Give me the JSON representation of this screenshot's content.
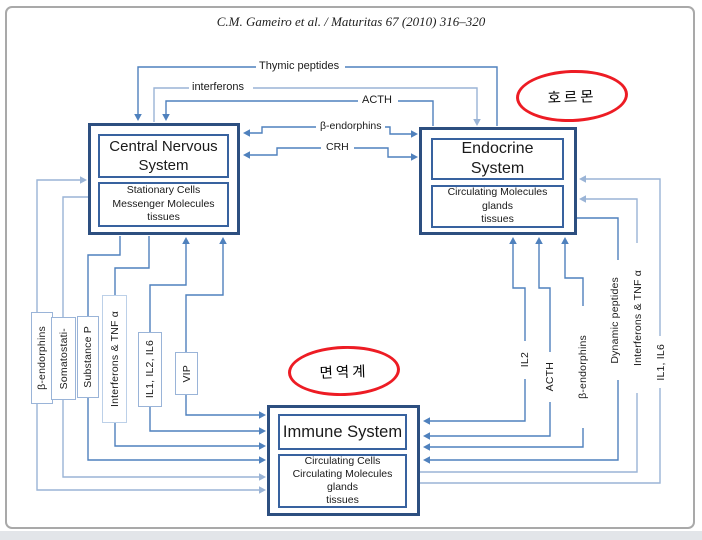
{
  "header": {
    "citation": "C.M. Gameiro et al. / Maturitas 67 (2010) 316–320"
  },
  "annotations": {
    "hormone_ko": "호르몬",
    "immune_ko": "면역계"
  },
  "boxes": {
    "cns": {
      "title": "Central Nervous System",
      "items": [
        "Stationary Cells",
        "Messenger Molecules",
        "tissues"
      ]
    },
    "endocrine": {
      "title": "Endocrine System",
      "items": [
        "Circulating Molecules",
        "glands",
        "tissues"
      ]
    },
    "immune": {
      "title": "Immune System",
      "items": [
        "Circulating Cells",
        "Circulating Molecules",
        "glands",
        "tissues"
      ]
    }
  },
  "mediators": {
    "top": [
      "Thymic peptides",
      "interferons",
      "ACTH",
      "β-endorphins",
      "CRH"
    ],
    "left": [
      "β-endorphins",
      "Somatostati-",
      "Substance P",
      "Interferons & TNF α",
      "IL1, IL2, IL6",
      "VIP"
    ],
    "right": [
      "IL2",
      "ACTH",
      "β-endorphins",
      "Dynamic peptides",
      "Interferons & TNF α",
      "IL1, IL6"
    ]
  },
  "edges": [
    {
      "label": "Thymic peptides",
      "between": [
        "Central Nervous System",
        "Endocrine System"
      ],
      "arrow_into": [
        "Central Nervous System"
      ]
    },
    {
      "label": "interferons",
      "between": [
        "Central Nervous System",
        "Endocrine System"
      ],
      "arrow_into": [
        "Endocrine System"
      ]
    },
    {
      "label": "ACTH",
      "between": [
        "Central Nervous System",
        "Endocrine System"
      ],
      "arrow_into": [
        "Central Nervous System"
      ]
    },
    {
      "label": "β-endorphins",
      "between": [
        "Central Nervous System",
        "Endocrine System"
      ],
      "arrow_into": [
        "Central Nervous System",
        "Endocrine System"
      ]
    },
    {
      "label": "CRH",
      "between": [
        "Central Nervous System",
        "Endocrine System"
      ],
      "arrow_into": [
        "Central Nervous System",
        "Endocrine System"
      ]
    },
    {
      "label": "β-endorphins",
      "between": [
        "Central Nervous System",
        "Immune System"
      ],
      "arrow_into": [
        "Central Nervous System",
        "Immune System"
      ]
    },
    {
      "label": "Somatostati-",
      "between": [
        "Central Nervous System",
        "Immune System"
      ],
      "arrow_into": [
        "Immune System"
      ]
    },
    {
      "label": "Substance P",
      "between": [
        "Central Nervous System",
        "Immune System"
      ],
      "arrow_into": [
        "Immune System"
      ]
    },
    {
      "label": "Interferons & TNF α",
      "between": [
        "Central Nervous System",
        "Immune System"
      ],
      "arrow_into": [
        "Immune System"
      ]
    },
    {
      "label": "IL1, IL2, IL6",
      "between": [
        "Central Nervous System",
        "Immune System"
      ],
      "arrow_into": [
        "Central Nervous System",
        "Immune System"
      ]
    },
    {
      "label": "VIP",
      "between": [
        "Central Nervous System",
        "Immune System"
      ],
      "arrow_into": [
        "Central Nervous System",
        "Immune System"
      ]
    },
    {
      "label": "IL2",
      "between": [
        "Endocrine System",
        "Immune System"
      ],
      "arrow_into": [
        "Endocrine System",
        "Immune System"
      ]
    },
    {
      "label": "ACTH",
      "between": [
        "Endocrine System",
        "Immune System"
      ],
      "arrow_into": [
        "Endocrine System",
        "Immune System"
      ]
    },
    {
      "label": "β-endorphins",
      "between": [
        "Endocrine System",
        "Immune System"
      ],
      "arrow_into": [
        "Endocrine System",
        "Immune System"
      ]
    },
    {
      "label": "Dynamic peptides",
      "between": [
        "Endocrine System",
        "Immune System"
      ],
      "arrow_into": [
        "Immune System"
      ]
    },
    {
      "label": "Interferons & TNF α",
      "between": [
        "Endocrine System",
        "Immune System"
      ],
      "arrow_into": [
        "Endocrine System"
      ]
    },
    {
      "label": "IL1, IL6",
      "between": [
        "Endocrine System",
        "Immune System"
      ],
      "arrow_into": [
        "Endocrine System"
      ]
    }
  ],
  "colors": {
    "line_dark": "#4f81bd",
    "line_light": "#9ab4d6",
    "box_border": "#2d4f80",
    "annotation_red": "#ed1c24",
    "page_border": "#a9a9a9"
  }
}
